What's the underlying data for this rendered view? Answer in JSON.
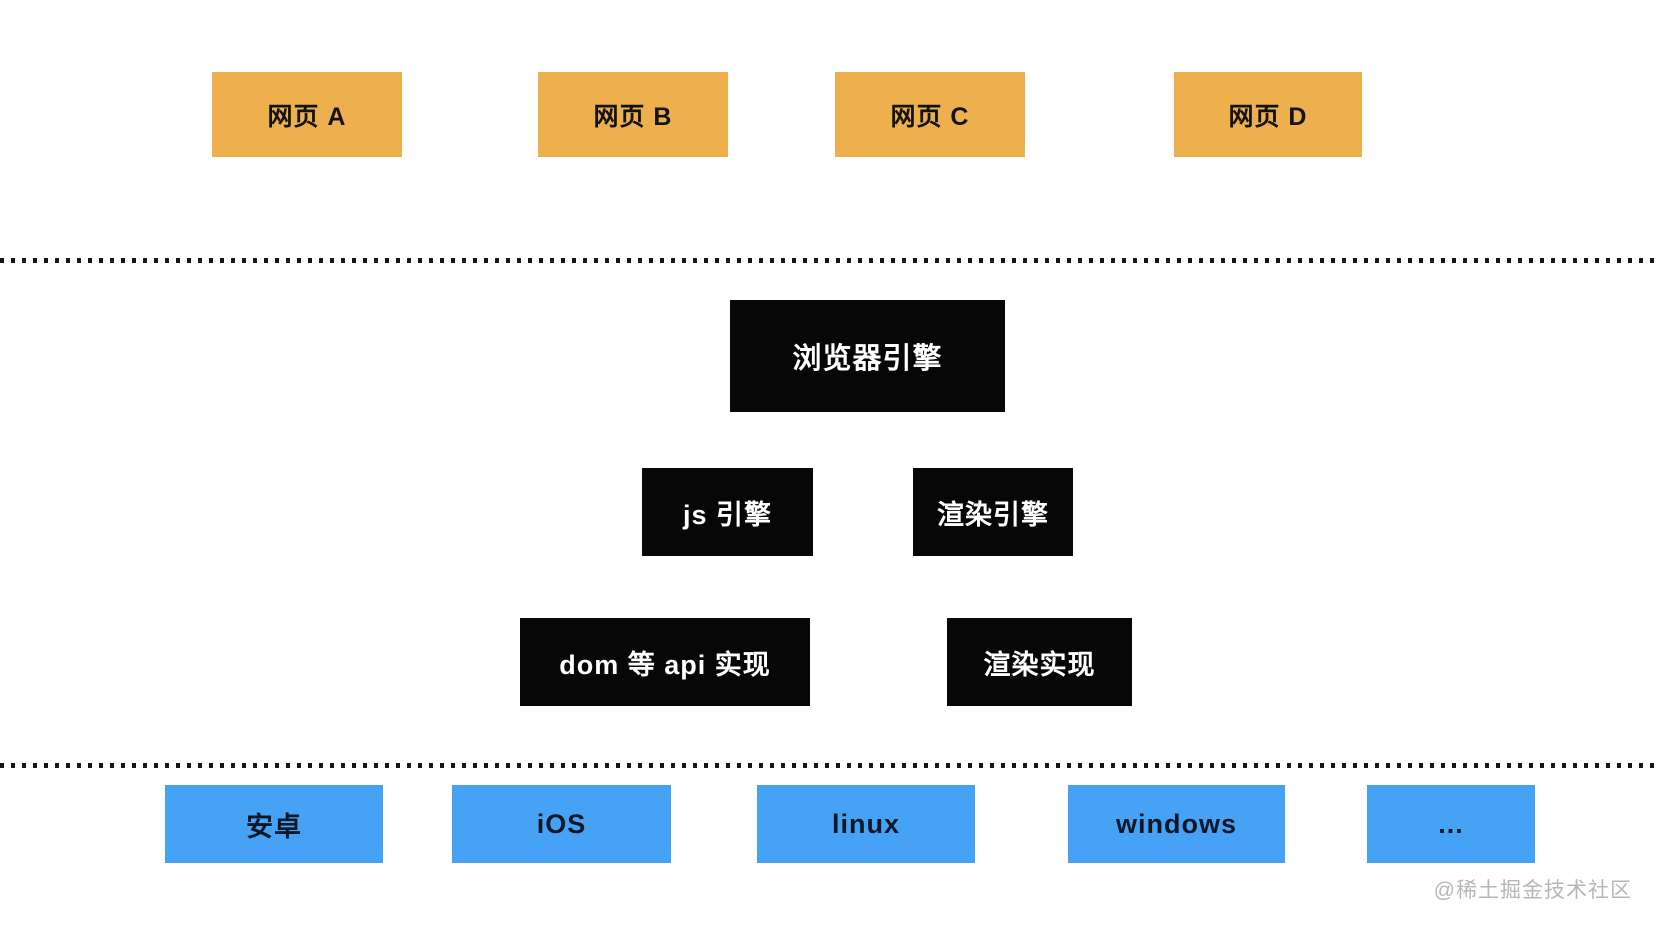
{
  "diagram": {
    "description": "browser architecture layer diagram"
  },
  "colors": {
    "background": "#ffffff",
    "web_page_box": "#eeb04d",
    "engine_box": "#070707",
    "platform_box": "#46a2f4",
    "dark_text": "#121212",
    "light_text": "#ffffff",
    "separator": "#161616",
    "watermark_text": "#b7b7b7"
  },
  "web_pages": {
    "items": [
      {
        "label": "网页 A"
      },
      {
        "label": "网页 B"
      },
      {
        "label": "网页 C"
      },
      {
        "label": "网页 D"
      }
    ]
  },
  "engine_layer": {
    "browser_engine": {
      "label": "浏览器引擎"
    },
    "sub_engines": [
      {
        "label": "js 引擎"
      },
      {
        "label": "渲染引擎"
      }
    ],
    "implementations": [
      {
        "label": "dom 等 api 实现"
      },
      {
        "label": "渲染实现"
      }
    ]
  },
  "platforms": {
    "items": [
      {
        "label": "安卓"
      },
      {
        "label": "iOS"
      },
      {
        "label": "linux"
      },
      {
        "label": "windows"
      },
      {
        "label": "..."
      }
    ]
  },
  "watermark": {
    "text": "@稀土掘金技术社区"
  }
}
